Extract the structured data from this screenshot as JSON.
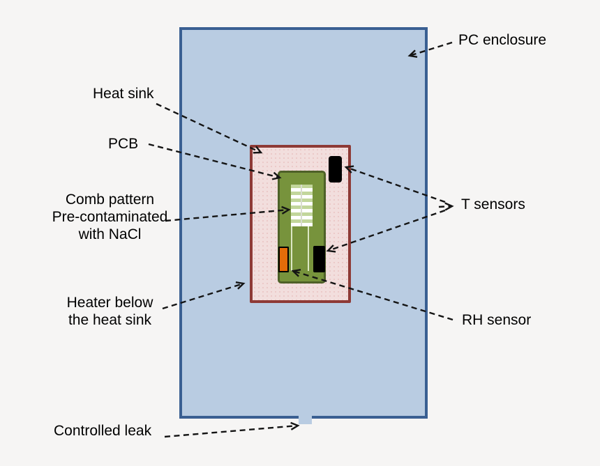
{
  "diagram": {
    "labels": {
      "pc_enclosure": "PC enclosure",
      "heat_sink": "Heat sink",
      "pcb": "PCB",
      "comb_pattern": "Comb pattern\nPre-contaminated\nwith NaCl",
      "heater": "Heater below\nthe heat sink",
      "t_sensors": "T sensors",
      "rh_sensor": "RH sensor",
      "controlled_leak": "Controlled leak"
    },
    "colors": {
      "page-bg": "#f6f5f4",
      "enclosure-fill": "#b9cce2",
      "enclosure-border": "#3a5f92",
      "heatsink-fill": "#f2dedd",
      "heatsink-border": "#8e3a36",
      "pcb-fill": "#77933c",
      "pcb-border": "#4e6128",
      "comb-stripe": "#c2d69b",
      "comb-bg": "#ffffff",
      "trace": "#dce8c4",
      "rh-fill": "#e36c09",
      "sensor-fill": "#000000",
      "arrow": "#141414",
      "text": "#000000"
    }
  }
}
